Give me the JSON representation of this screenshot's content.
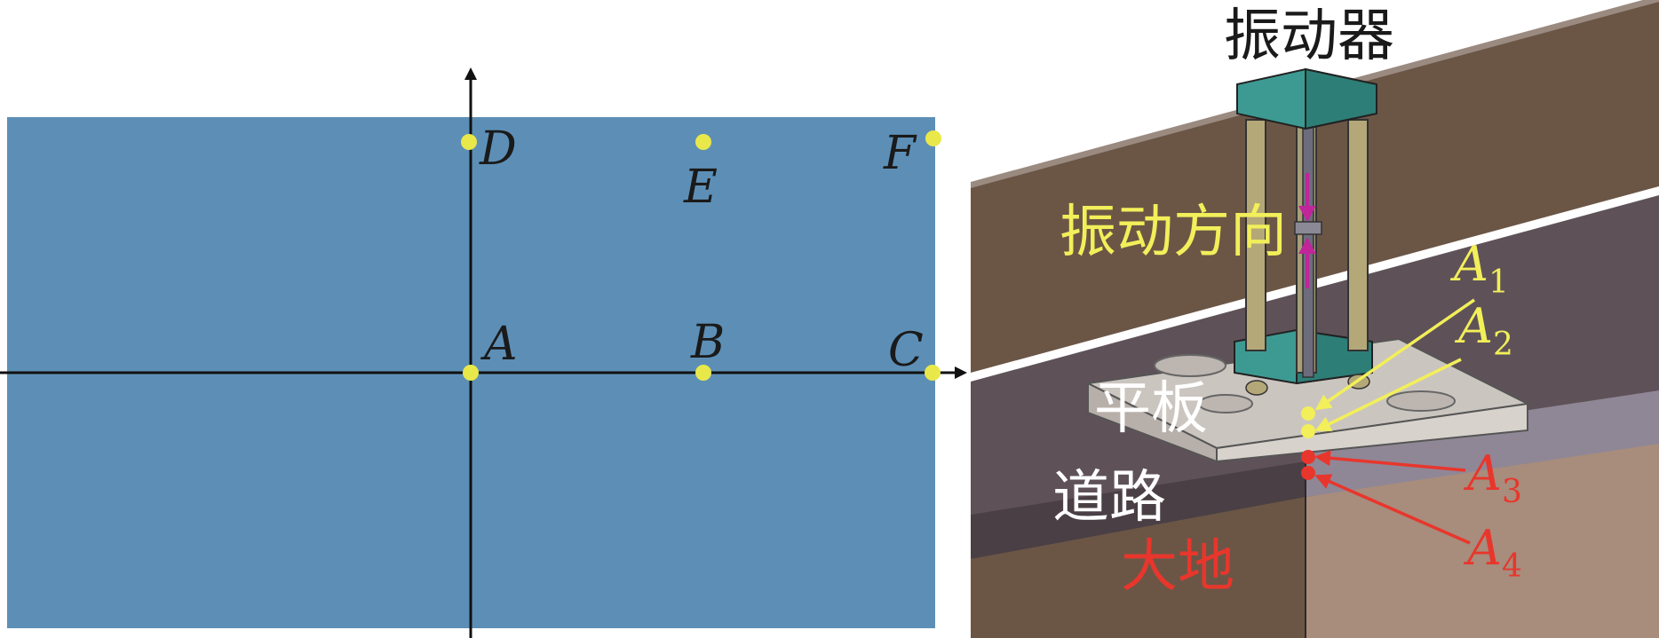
{
  "left_panel": {
    "points": [
      {
        "id": "A",
        "label": "A"
      },
      {
        "id": "B",
        "label": "B"
      },
      {
        "id": "C",
        "label": "C"
      },
      {
        "id": "D",
        "label": "D"
      },
      {
        "id": "E",
        "label": "E"
      },
      {
        "id": "F",
        "label": "F"
      }
    ],
    "colors": {
      "plate": "#5d8fb6",
      "point": "#e8e84a",
      "axis": "#111111"
    }
  },
  "right_panel": {
    "labels": {
      "vibrator": "振动器",
      "vibration_direction": "振动方向",
      "plate": "平板",
      "road": "道路",
      "ground": "大地"
    },
    "measure_points": [
      {
        "letter": "A",
        "sub": "1",
        "color": "#f2ef5a"
      },
      {
        "letter": "A",
        "sub": "2",
        "color": "#f2ef5a"
      },
      {
        "letter": "A",
        "sub": "3",
        "color": "#e8362c"
      },
      {
        "letter": "A",
        "sub": "4",
        "color": "#e8362c"
      }
    ],
    "colors": {
      "ground": "#6b5646",
      "road": "#5e5258",
      "plate": "#c8c2bc",
      "vibrator": "#3d9a92",
      "direction_arrow": "#c0259a"
    }
  }
}
